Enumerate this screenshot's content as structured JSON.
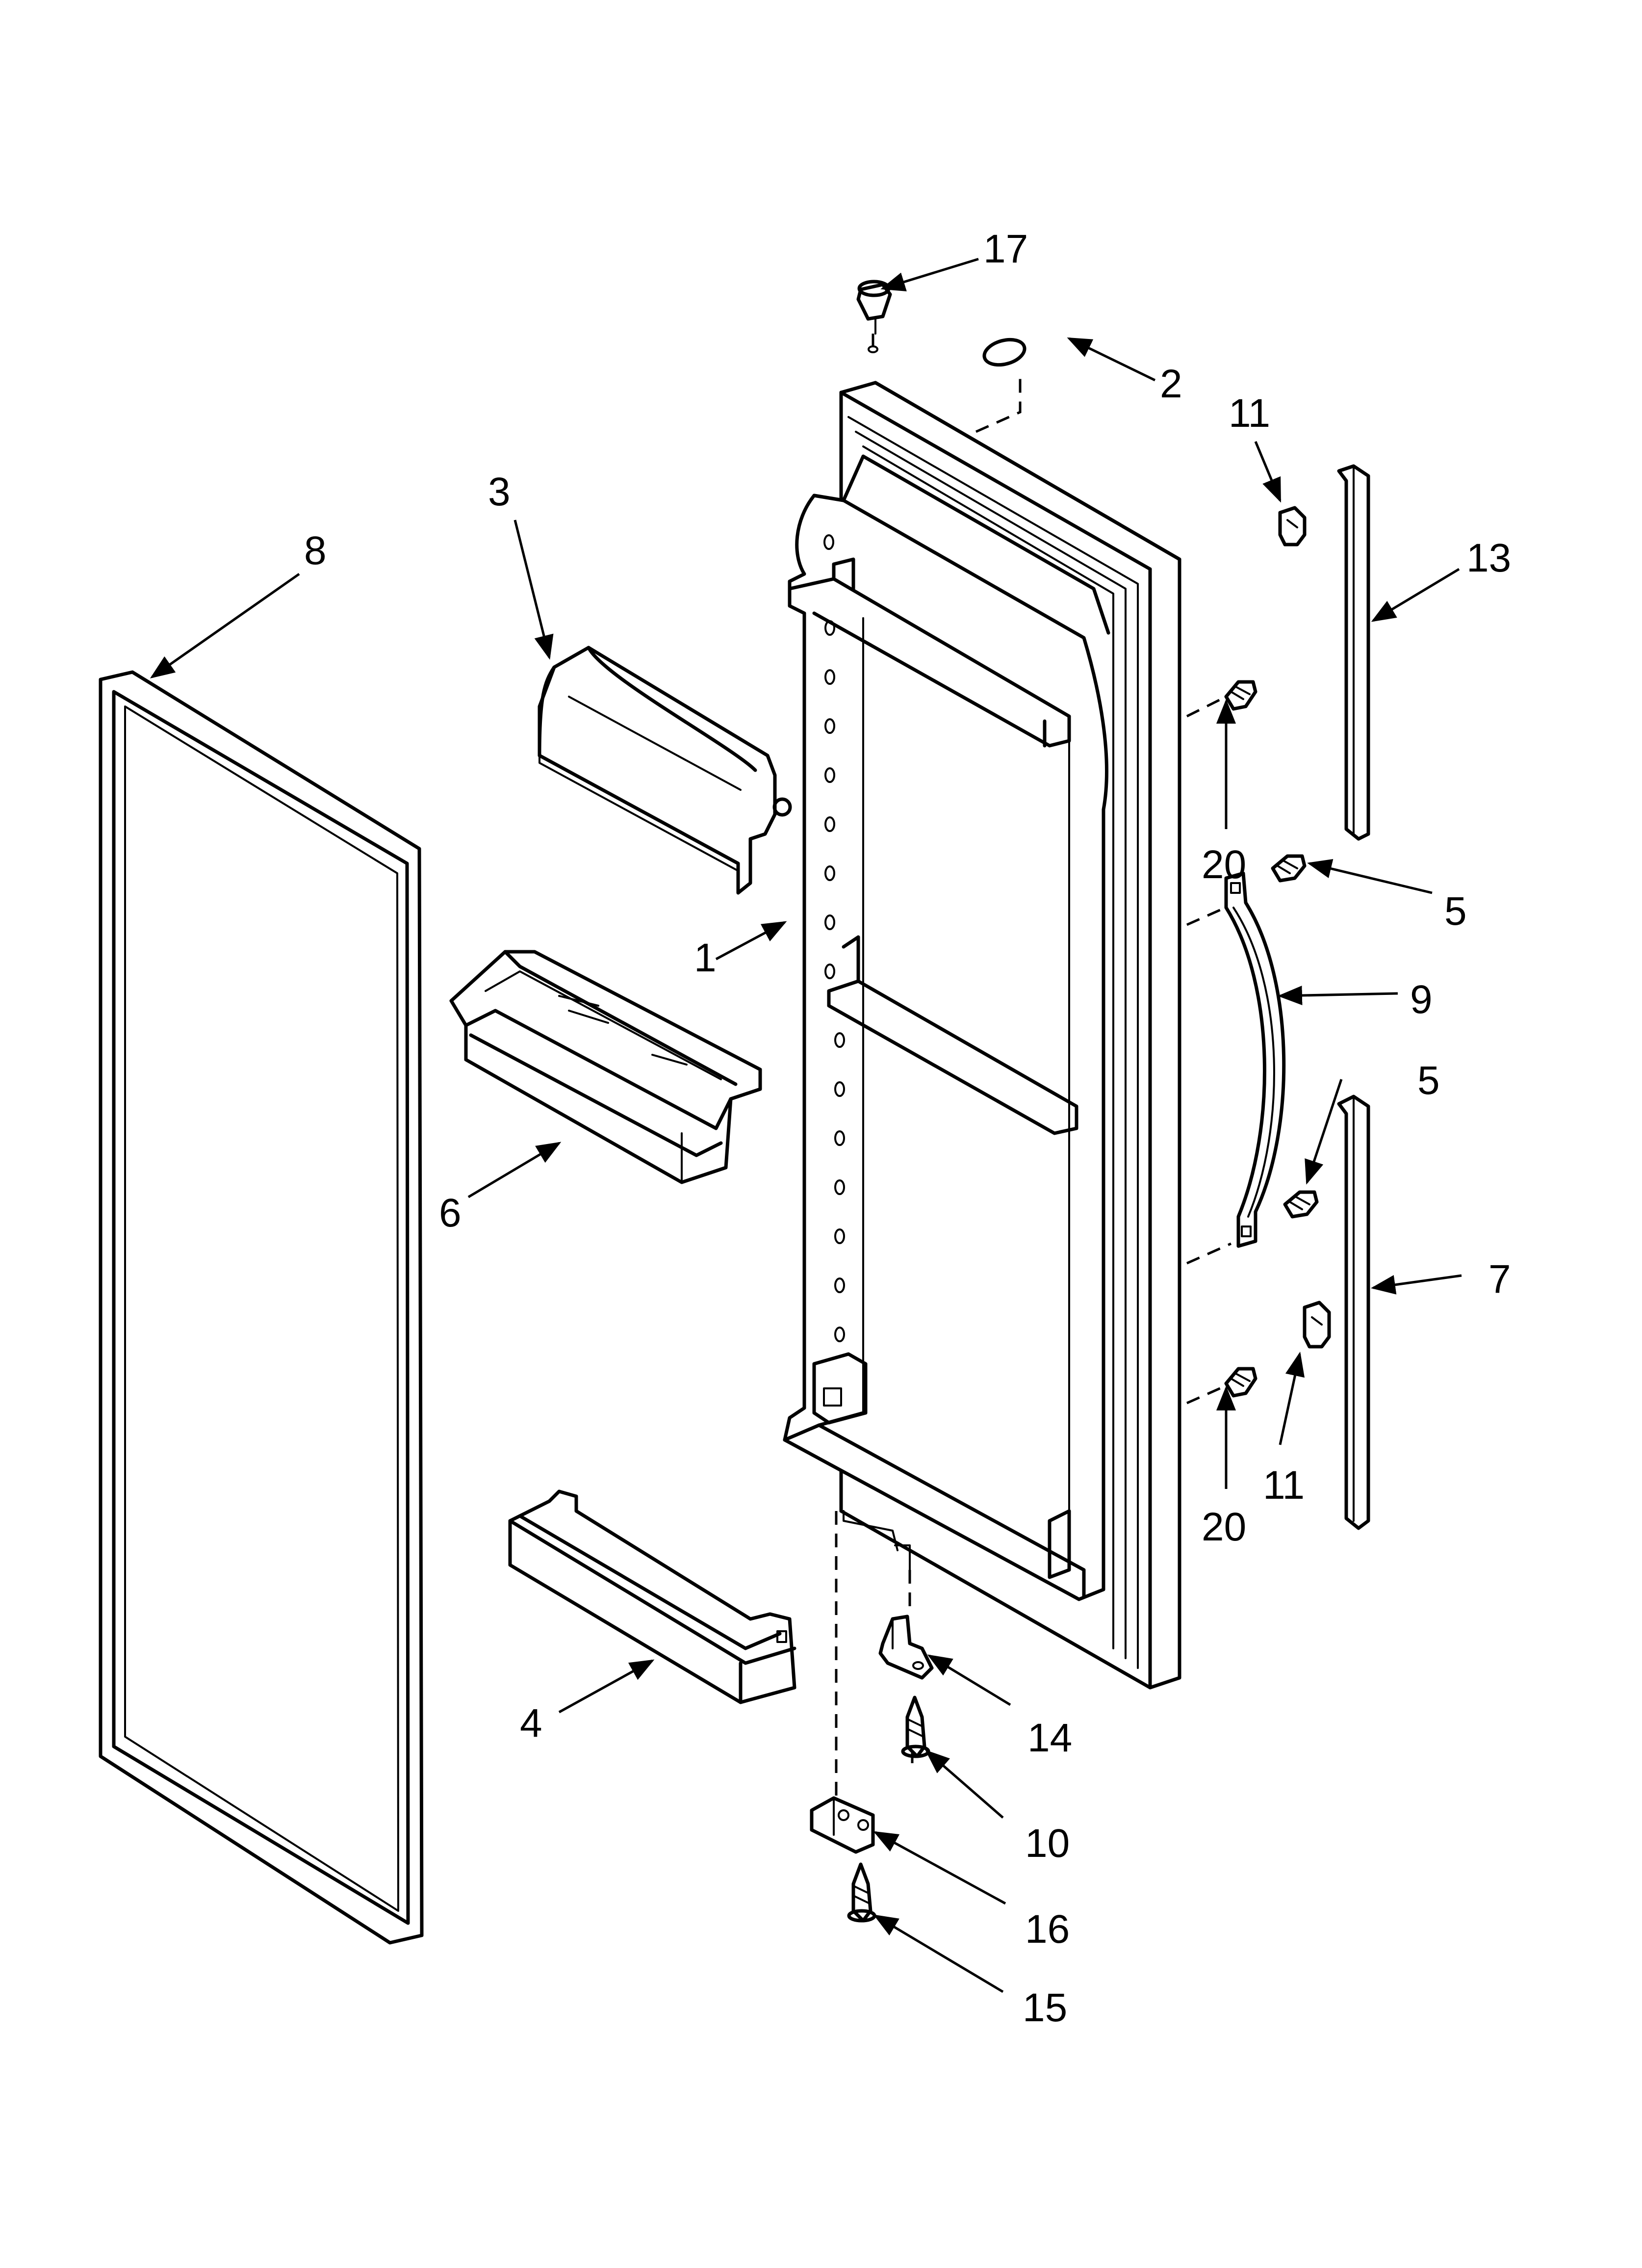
{
  "callouts": [
    {
      "id": "17",
      "text": "17"
    },
    {
      "id": "2",
      "text": "2"
    },
    {
      "id": "11a",
      "text": "11"
    },
    {
      "id": "13",
      "text": "13"
    },
    {
      "id": "3",
      "text": "3"
    },
    {
      "id": "8",
      "text": "8"
    },
    {
      "id": "20a",
      "text": "20"
    },
    {
      "id": "5a",
      "text": "5"
    },
    {
      "id": "1",
      "text": "1"
    },
    {
      "id": "9",
      "text": "9"
    },
    {
      "id": "5b",
      "text": "5"
    },
    {
      "id": "6",
      "text": "6"
    },
    {
      "id": "7",
      "text": "7"
    },
    {
      "id": "11b",
      "text": "11"
    },
    {
      "id": "20b",
      "text": "20"
    },
    {
      "id": "4",
      "text": "4"
    },
    {
      "id": "14",
      "text": "14"
    },
    {
      "id": "10",
      "text": "10"
    },
    {
      "id": "16",
      "text": "16"
    },
    {
      "id": "15",
      "text": "15"
    }
  ]
}
